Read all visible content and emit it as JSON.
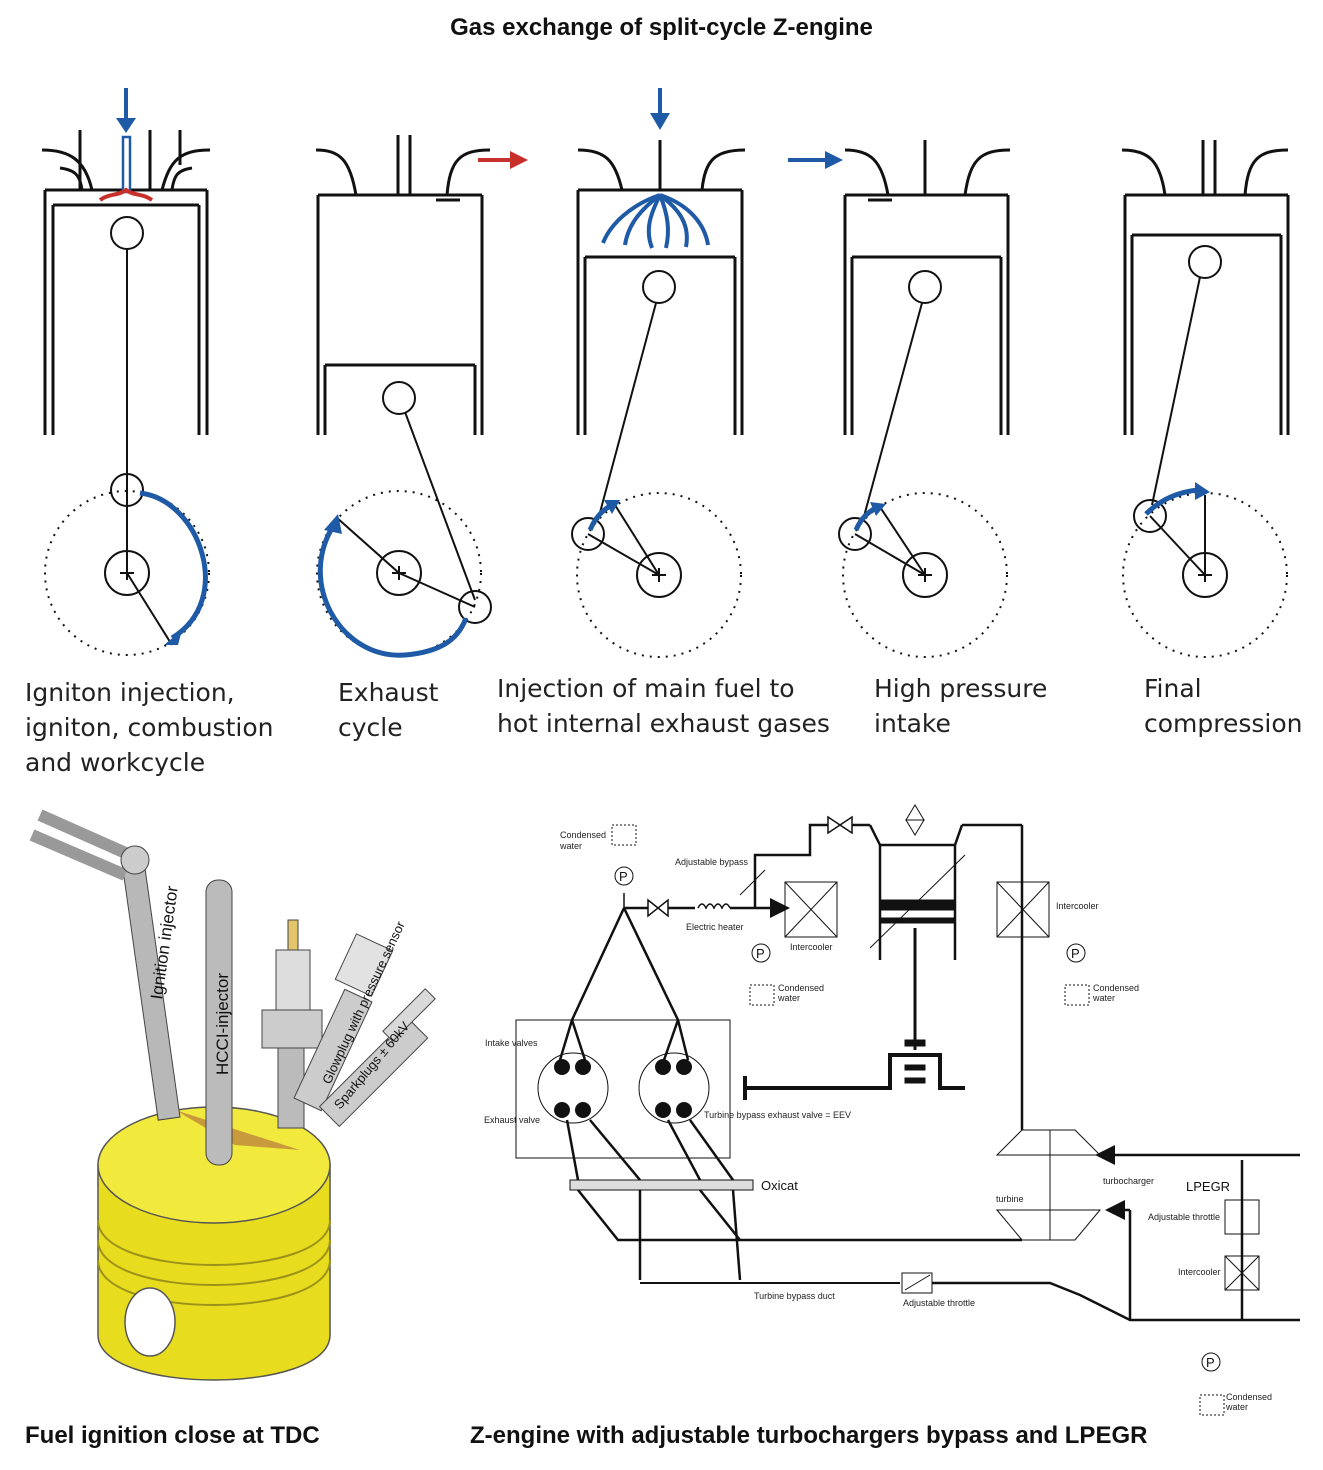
{
  "title": "Gas exchange of split-cycle Z-engine",
  "stages": [
    {
      "lines": [
        "Igniton injection,",
        "igniton, combustion",
        "and workcycle"
      ]
    },
    {
      "lines": [
        "Exhaust",
        "cycle"
      ]
    },
    {
      "lines": [
        "Injection of main fuel to",
        "hot internal exhaust gases"
      ]
    },
    {
      "lines": [
        "High pressure",
        "intake"
      ]
    },
    {
      "lines": [
        "Final",
        "compression"
      ]
    }
  ],
  "piston_figure": {
    "caption": "Fuel ignition close at TDC",
    "labels": {
      "ignition_injector": "Ignition injector",
      "hcci_injector": "HCCI-injector",
      "glowplug": "Glowplug with pressure sensor",
      "sparkplugs": "Sparkplugs ± 60kV"
    }
  },
  "schematic": {
    "caption": "Z-engine with adjustable turbochargers bypass and LPEGR",
    "labels": {
      "condensed_water": [
        "Condensed",
        "water"
      ],
      "adjustable_bypass": "Adjustable bypass",
      "electric_heater": "Electric heater",
      "intercooler": "Intercooler",
      "intake_valves": "Intake valves",
      "exhaust_valve": "Exhaust valve",
      "turbine_bypass_valve": "Turbine bypass exhaust valve = EEV",
      "oxicat": "Oxicat",
      "turbine": "turbine",
      "turbocharger": "turbocharger",
      "lpegr": "LPEGR",
      "adjustable_throttle": "Adjustable throttle",
      "turbine_bypass_duct": "Turbine bypass duct",
      "pump": "P"
    }
  },
  "colors": {
    "arrow_blue": "#1f5aa6",
    "arrow_red": "#c8302c",
    "piston_yellow": "#e8dc1e"
  }
}
